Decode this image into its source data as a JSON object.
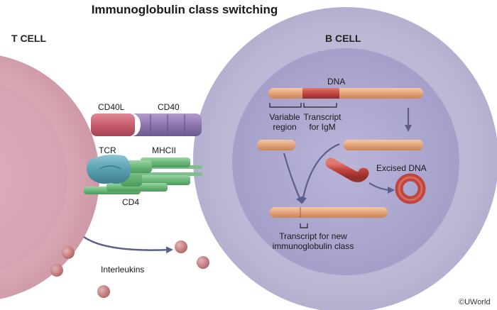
{
  "title": "Immunoglobulin class switching",
  "cells": {
    "t_cell": "T CELL",
    "b_cell": "B CELL"
  },
  "molecules": {
    "cd40l": "CD40L",
    "cd40": "CD40",
    "tcr": "TCR",
    "mhcii": "MHCII",
    "cd4": "CD4"
  },
  "dna": {
    "dna_label": "DNA",
    "variable_region_line1": "Variable",
    "variable_region_line2": "region",
    "transcript_igm_line1": "Transcript",
    "transcript_igm_line2": "for IgM",
    "excised_dna": "Excised DNA",
    "new_transcript_line1": "Transcript for new",
    "new_transcript_line2": "immunoglobulin class"
  },
  "interleukins": "Interleukins",
  "copyright": "©UWorld",
  "colors": {
    "t_cell": "#d9a7b4",
    "b_cell": "#b9b6d4",
    "cd40l": "#c95c6d",
    "cd40": "#8e76ad",
    "tcr": "#5aa0b0",
    "mhcii": "#6bb87a",
    "dna_segment": "#e3a47a",
    "igm_segment": "#c0453e",
    "excised_dna": "#c0453e",
    "arrow": "#5c5f8c",
    "interleukin": "#c07a7e"
  }
}
